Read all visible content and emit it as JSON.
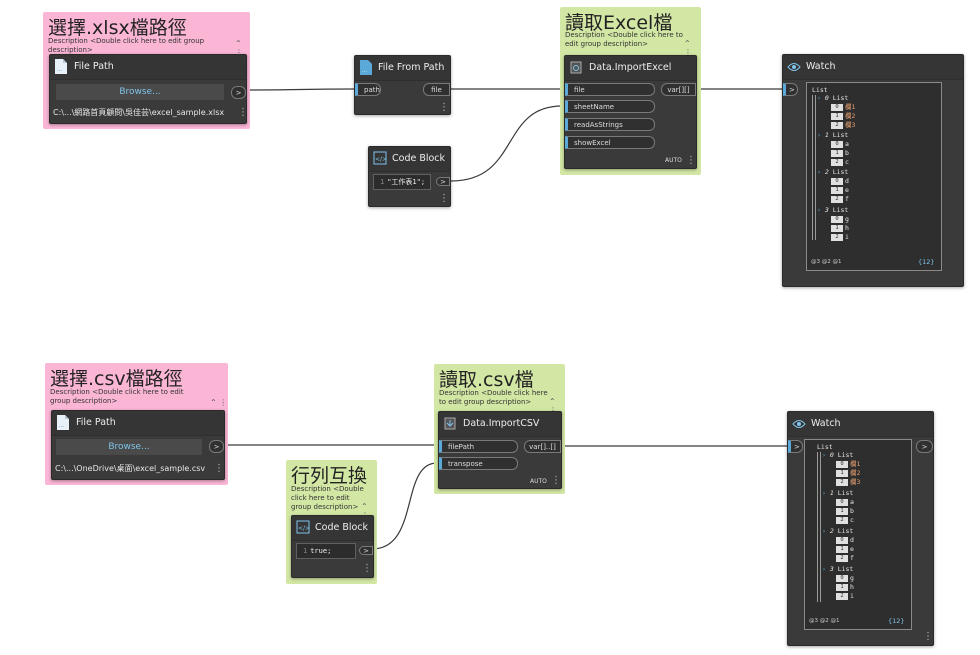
{
  "groups": {
    "excel_path": {
      "title": "選擇.xlsx檔路徑",
      "desc": "Description <Double click here to edit group description>",
      "color": "#fbb6d6"
    },
    "excel_read": {
      "title": "讀取Excel檔",
      "desc": "Description <Double click here to edit group description>",
      "color": "#d3e7a5"
    },
    "csv_path": {
      "title": "選擇.csv檔路徑",
      "desc": "Description <Double click here to edit group description>",
      "color": "#fbb6d6"
    },
    "csv_read": {
      "title": "讀取.csv檔",
      "desc": "Description <Double click here to edit group description>",
      "color": "#d3e7a5"
    },
    "transpose": {
      "title": "行列互換",
      "desc": "Description <Double click here to edit group description>",
      "color": "#d3e7a5"
    }
  },
  "nodes": {
    "filepath1": {
      "title": "File Path",
      "browse": "Browse...",
      "value": "C:\\...\\網路首頁顧問\\吳佳芸\\excel_sample.xlsx",
      "out": ">"
    },
    "filefrompath": {
      "title": "File From Path",
      "in_path": "path",
      "out_file": "file"
    },
    "codeblock1": {
      "title": "Code Block",
      "line": "1",
      "code": "\"工作表1\";",
      "out": ">"
    },
    "importexcel": {
      "title": "Data.ImportExcel",
      "inputs": [
        "file",
        "sheetName",
        "readAsStrings",
        "showExcel"
      ],
      "output": "var[][]",
      "lacing": "AUTO"
    },
    "watch1": {
      "title": "Watch",
      "in": ">"
    },
    "filepath2": {
      "title": "File Path",
      "browse": "Browse...",
      "value": "C:\\...\\OneDrive\\桌面\\excel_sample.csv",
      "out": ">"
    },
    "codeblock2": {
      "title": "Code Block",
      "line": "1",
      "code": "true;",
      "out": ">"
    },
    "importcsv": {
      "title": "Data.ImportCSV",
      "inputs": [
        "filePath",
        "transpose"
      ],
      "output": "var[]..[]",
      "lacing": "AUTO"
    },
    "watch2": {
      "title": "Watch",
      "in": ">",
      "out": ">"
    }
  },
  "watch_tree": {
    "root": "List",
    "sublists": [
      {
        "index": "0",
        "label": "List",
        "items": [
          {
            "i": "0",
            "v": "欄1"
          },
          {
            "i": "1",
            "v": "欄2"
          },
          {
            "i": "2",
            "v": "欄3"
          }
        ]
      },
      {
        "index": "1",
        "label": "List",
        "items": [
          {
            "i": "0",
            "v": "a"
          },
          {
            "i": "1",
            "v": "b"
          },
          {
            "i": "2",
            "v": "c"
          }
        ]
      },
      {
        "index": "2",
        "label": "List",
        "items": [
          {
            "i": "0",
            "v": "d"
          },
          {
            "i": "1",
            "v": "e"
          },
          {
            "i": "2",
            "v": "f"
          }
        ]
      },
      {
        "index": "3",
        "label": "List",
        "items": [
          {
            "i": "0",
            "v": "g"
          },
          {
            "i": "1",
            "v": "h"
          },
          {
            "i": "2",
            "v": "i"
          }
        ]
      }
    ],
    "levels": "@3 @2 @1",
    "count": "{12}"
  },
  "icons": {
    "filepath": "file-icon",
    "codeblock": "code-icon",
    "import": "import-icon",
    "watch": "eye-icon"
  },
  "colors": {
    "port_accent": "#5aa9d8",
    "header_text": "#7fc4ea",
    "wire": "#3c3c3c"
  }
}
